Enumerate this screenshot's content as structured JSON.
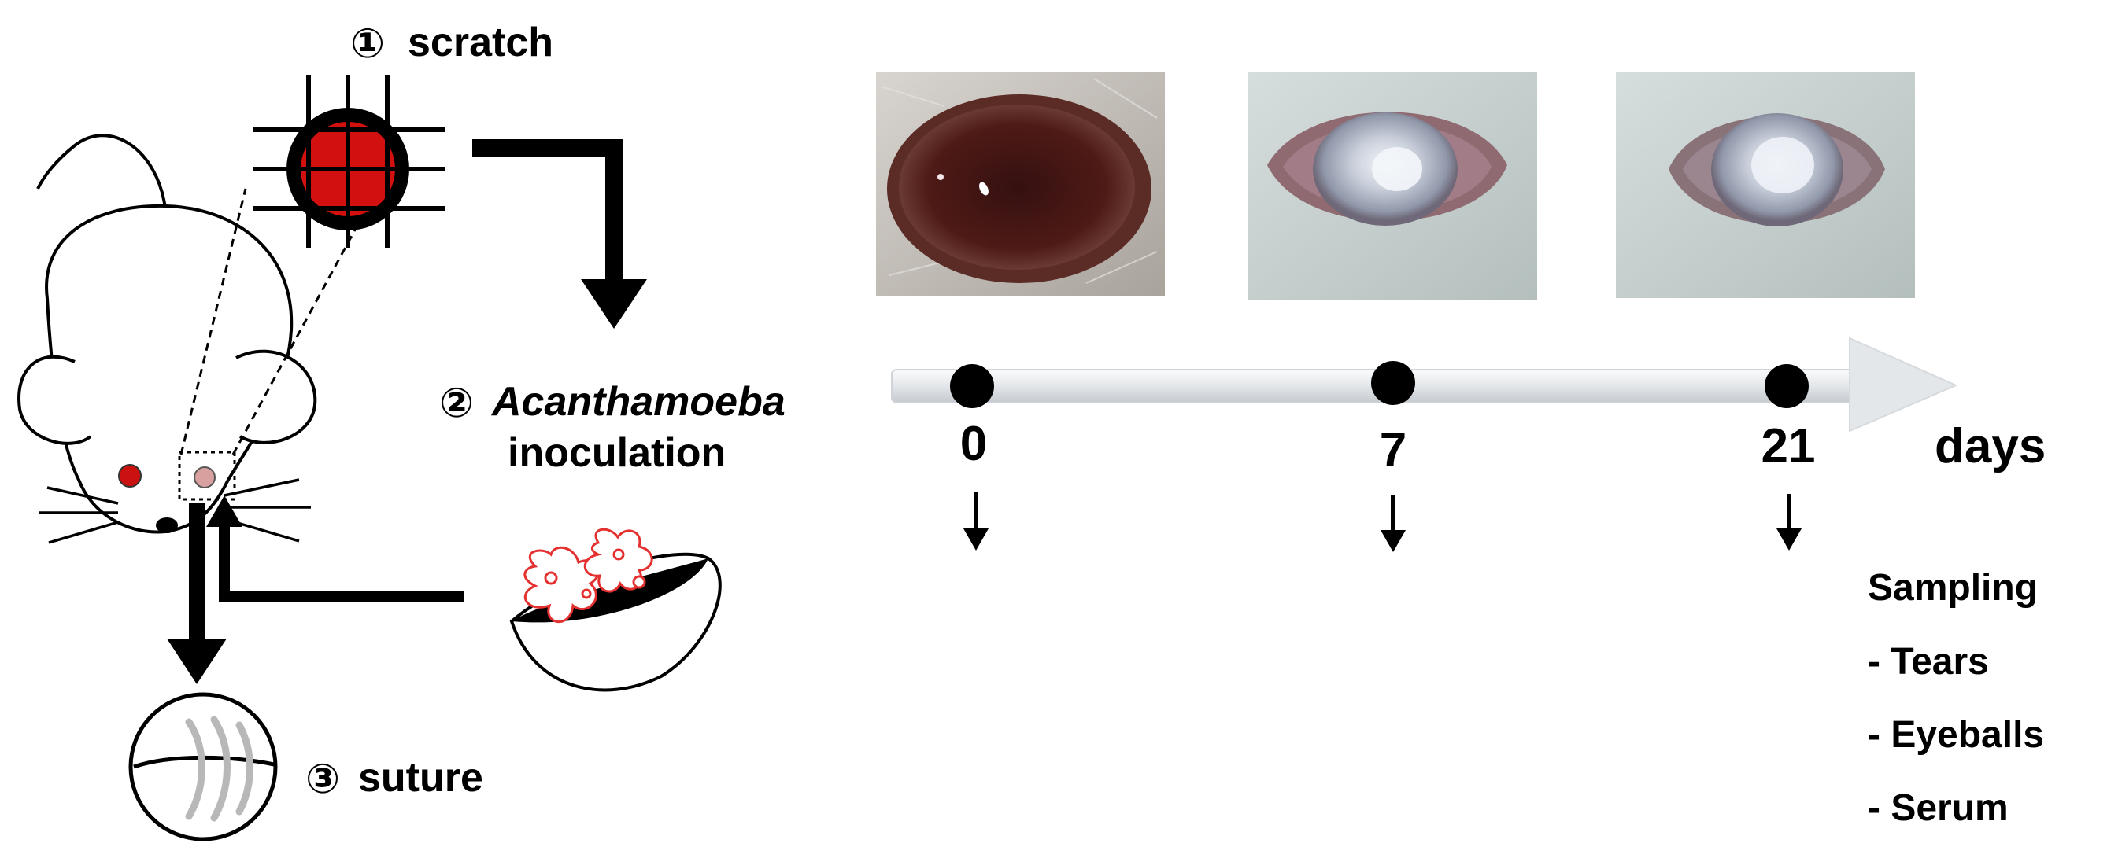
{
  "steps": {
    "scratch": {
      "number": "①",
      "label": "scratch"
    },
    "inoculation": {
      "number": "②",
      "organism": "Acanthamoeba",
      "label": "inoculation"
    },
    "suture": {
      "number": "③",
      "label": "suture"
    }
  },
  "timeline": {
    "unit": "days",
    "points": [
      {
        "day": "0"
      },
      {
        "day": "7"
      },
      {
        "day": "21"
      }
    ]
  },
  "sampling": {
    "title": "Sampling",
    "items": [
      "- Tears",
      "- Eyeballs",
      "- Serum"
    ]
  },
  "colors": {
    "lesion_red": "#d21010",
    "amoeba_red": "#e53030",
    "mouse_eye_red": "#cc1111",
    "inoculated_eye_pink": "#d9a0a0",
    "fur_day0": "#bfbab3",
    "iris_day0": "#4a1714",
    "fur_later": "#c7d0cf",
    "cornea_opaque": "#cfd6df",
    "timeline_bar": "#e6e9ec"
  },
  "icons": [
    "mouse-icon",
    "corneal-grid-scratch-icon",
    "contact-lens-icon",
    "amoeba-icon",
    "sutured-eye-icon",
    "down-arrow-icon"
  ]
}
